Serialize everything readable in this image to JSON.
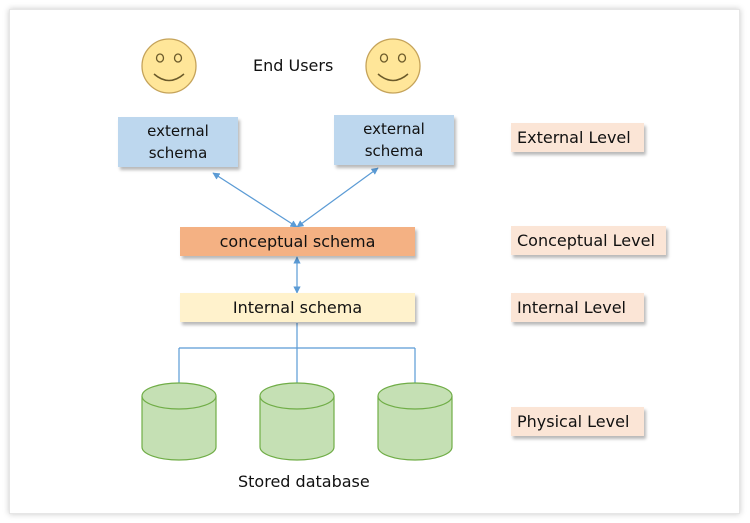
{
  "diagram": {
    "end_users_label": "End Users",
    "external_schema_1": "external schema",
    "external_schema_2": "external schema",
    "conceptual_schema": "conceptual schema",
    "internal_schema": "Internal schema",
    "stored_database_label": "Stored database",
    "levels": {
      "external": "External Level",
      "conceptual": "Conceptual Level",
      "internal": "Internal Level",
      "physical": "Physical Level"
    }
  },
  "colors": {
    "external_schema_fill": "#bdd7ee",
    "conceptual_schema_fill": "#f4b183",
    "internal_schema_fill": "#fff2cc",
    "level_label_fill": "#fbe5d6",
    "database_fill": "#c5e0b4",
    "face_fill": "#ffe699",
    "connector_line": "#5b9bd5"
  },
  "icons": [
    "smiley-face-icon",
    "database-cylinder-icon"
  ]
}
